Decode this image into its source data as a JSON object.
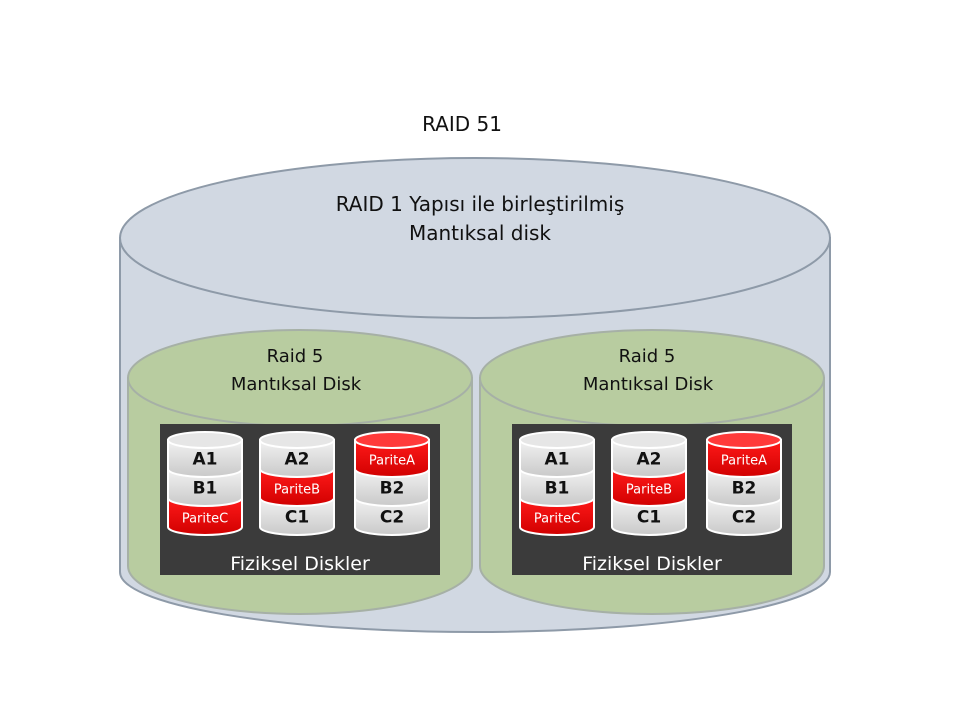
{
  "title": "RAID 51",
  "outer": {
    "line1": "RAID 1 Yapısı ile birleştirilmiş",
    "line2": "Mantıksal disk"
  },
  "groups": [
    {
      "title1": "Raid 5",
      "title2": "Mantıksal Disk",
      "footer": "Fiziksel Diskler",
      "disks": [
        [
          "A1",
          "B1",
          "PariteC"
        ],
        [
          "A2",
          "PariteB",
          "C1"
        ],
        [
          "PariteA",
          "B2",
          "C2"
        ]
      ]
    },
    {
      "title1": "Raid 5",
      "title2": "Mantıksal Disk",
      "footer": "Fiziksel Diskler",
      "disks": [
        [
          "A1",
          "B1",
          "PariteC"
        ],
        [
          "A2",
          "PariteB",
          "C1"
        ],
        [
          "PariteA",
          "B2",
          "C2"
        ]
      ]
    }
  ],
  "colors": {
    "outer_fill": "#d1d8e2",
    "outer_stroke": "#8e9aa8",
    "group_fill": "#b8cca0",
    "group_stroke": "#a6b0a6",
    "panel_fill": "#3b3b3b",
    "block_gray": "#d9d9d9",
    "block_red": "#e40000"
  }
}
